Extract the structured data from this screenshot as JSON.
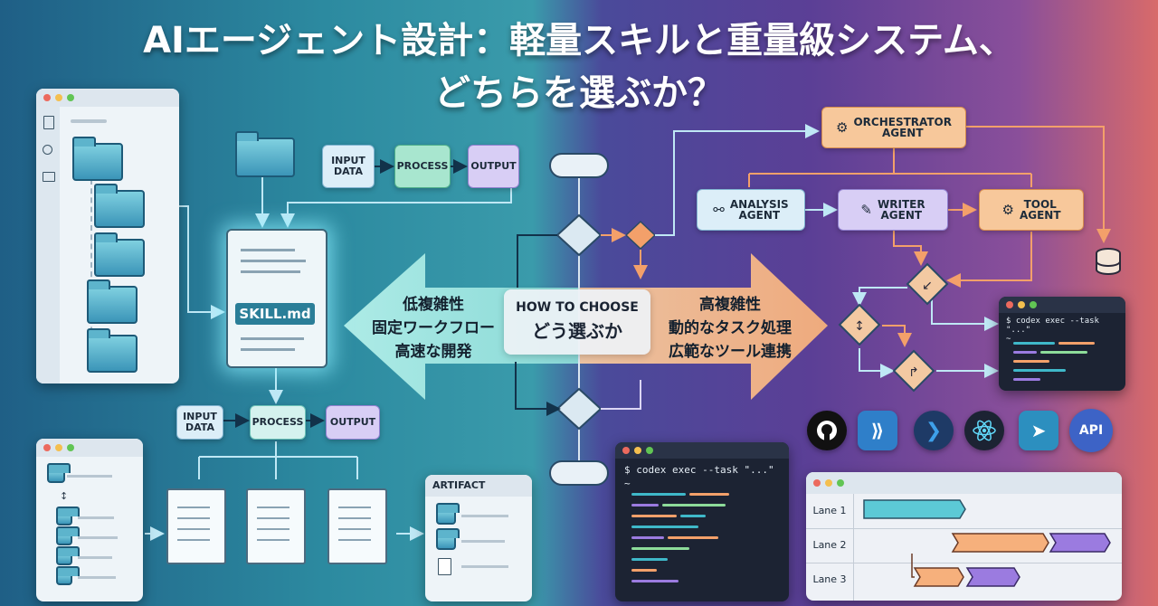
{
  "title": {
    "line1": "AIエージェント設計：軽量スキルと重量級システム、",
    "line2": "どちらを選ぶか？"
  },
  "left_flow": {
    "top_input": "INPUT\nDATA",
    "top_process": "PROCESS",
    "top_output": "OUTPUT",
    "skill_file": "SKILL.md",
    "bottom_input": "INPUT\nDATA",
    "bottom_process": "PROCESS",
    "bottom_output": "OUTPUT",
    "artifact_title": "ARTIFACT"
  },
  "left_arrow": {
    "line1": "低複雑性",
    "line2": "固定ワークフロー",
    "line3": "高速な開発"
  },
  "center": {
    "en": "HOW TO CHOOSE",
    "ja": "どう選ぶか"
  },
  "right_arrow": {
    "line1": "高複雑性",
    "line2": "動的なタスク処理",
    "line3": "広範なツール連携"
  },
  "agents": {
    "orchestrator": "ORCHESTRATOR\nAGENT",
    "analysis": "ANALYSIS\nAGENT",
    "writer": "WRITER\nAGENT",
    "tool": "TOOL\nAGENT"
  },
  "terminal_right": {
    "command": "$ codex exec --task \"...\"",
    "prompt": "~"
  },
  "terminal_center": {
    "command": "$ codex exec --task \"...\"",
    "prompt": "~"
  },
  "tool_icons": [
    {
      "name": "github-icon",
      "label": ""
    },
    {
      "name": "visual-studio-icon",
      "label": ""
    },
    {
      "name": "vscode-icon",
      "label": ""
    },
    {
      "name": "react-icon",
      "label": ""
    },
    {
      "name": "azure-devops-icon",
      "label": ""
    },
    {
      "name": "api-icon",
      "label": "API"
    }
  ],
  "lanes": {
    "lane1": "Lane 1",
    "lane2": "Lane 2",
    "lane3": "Lane 3"
  },
  "colors": {
    "teal": "#3fb8c9",
    "orange": "#f3a06a",
    "purple": "#9b7be0",
    "mint": "#a8e6cf"
  }
}
